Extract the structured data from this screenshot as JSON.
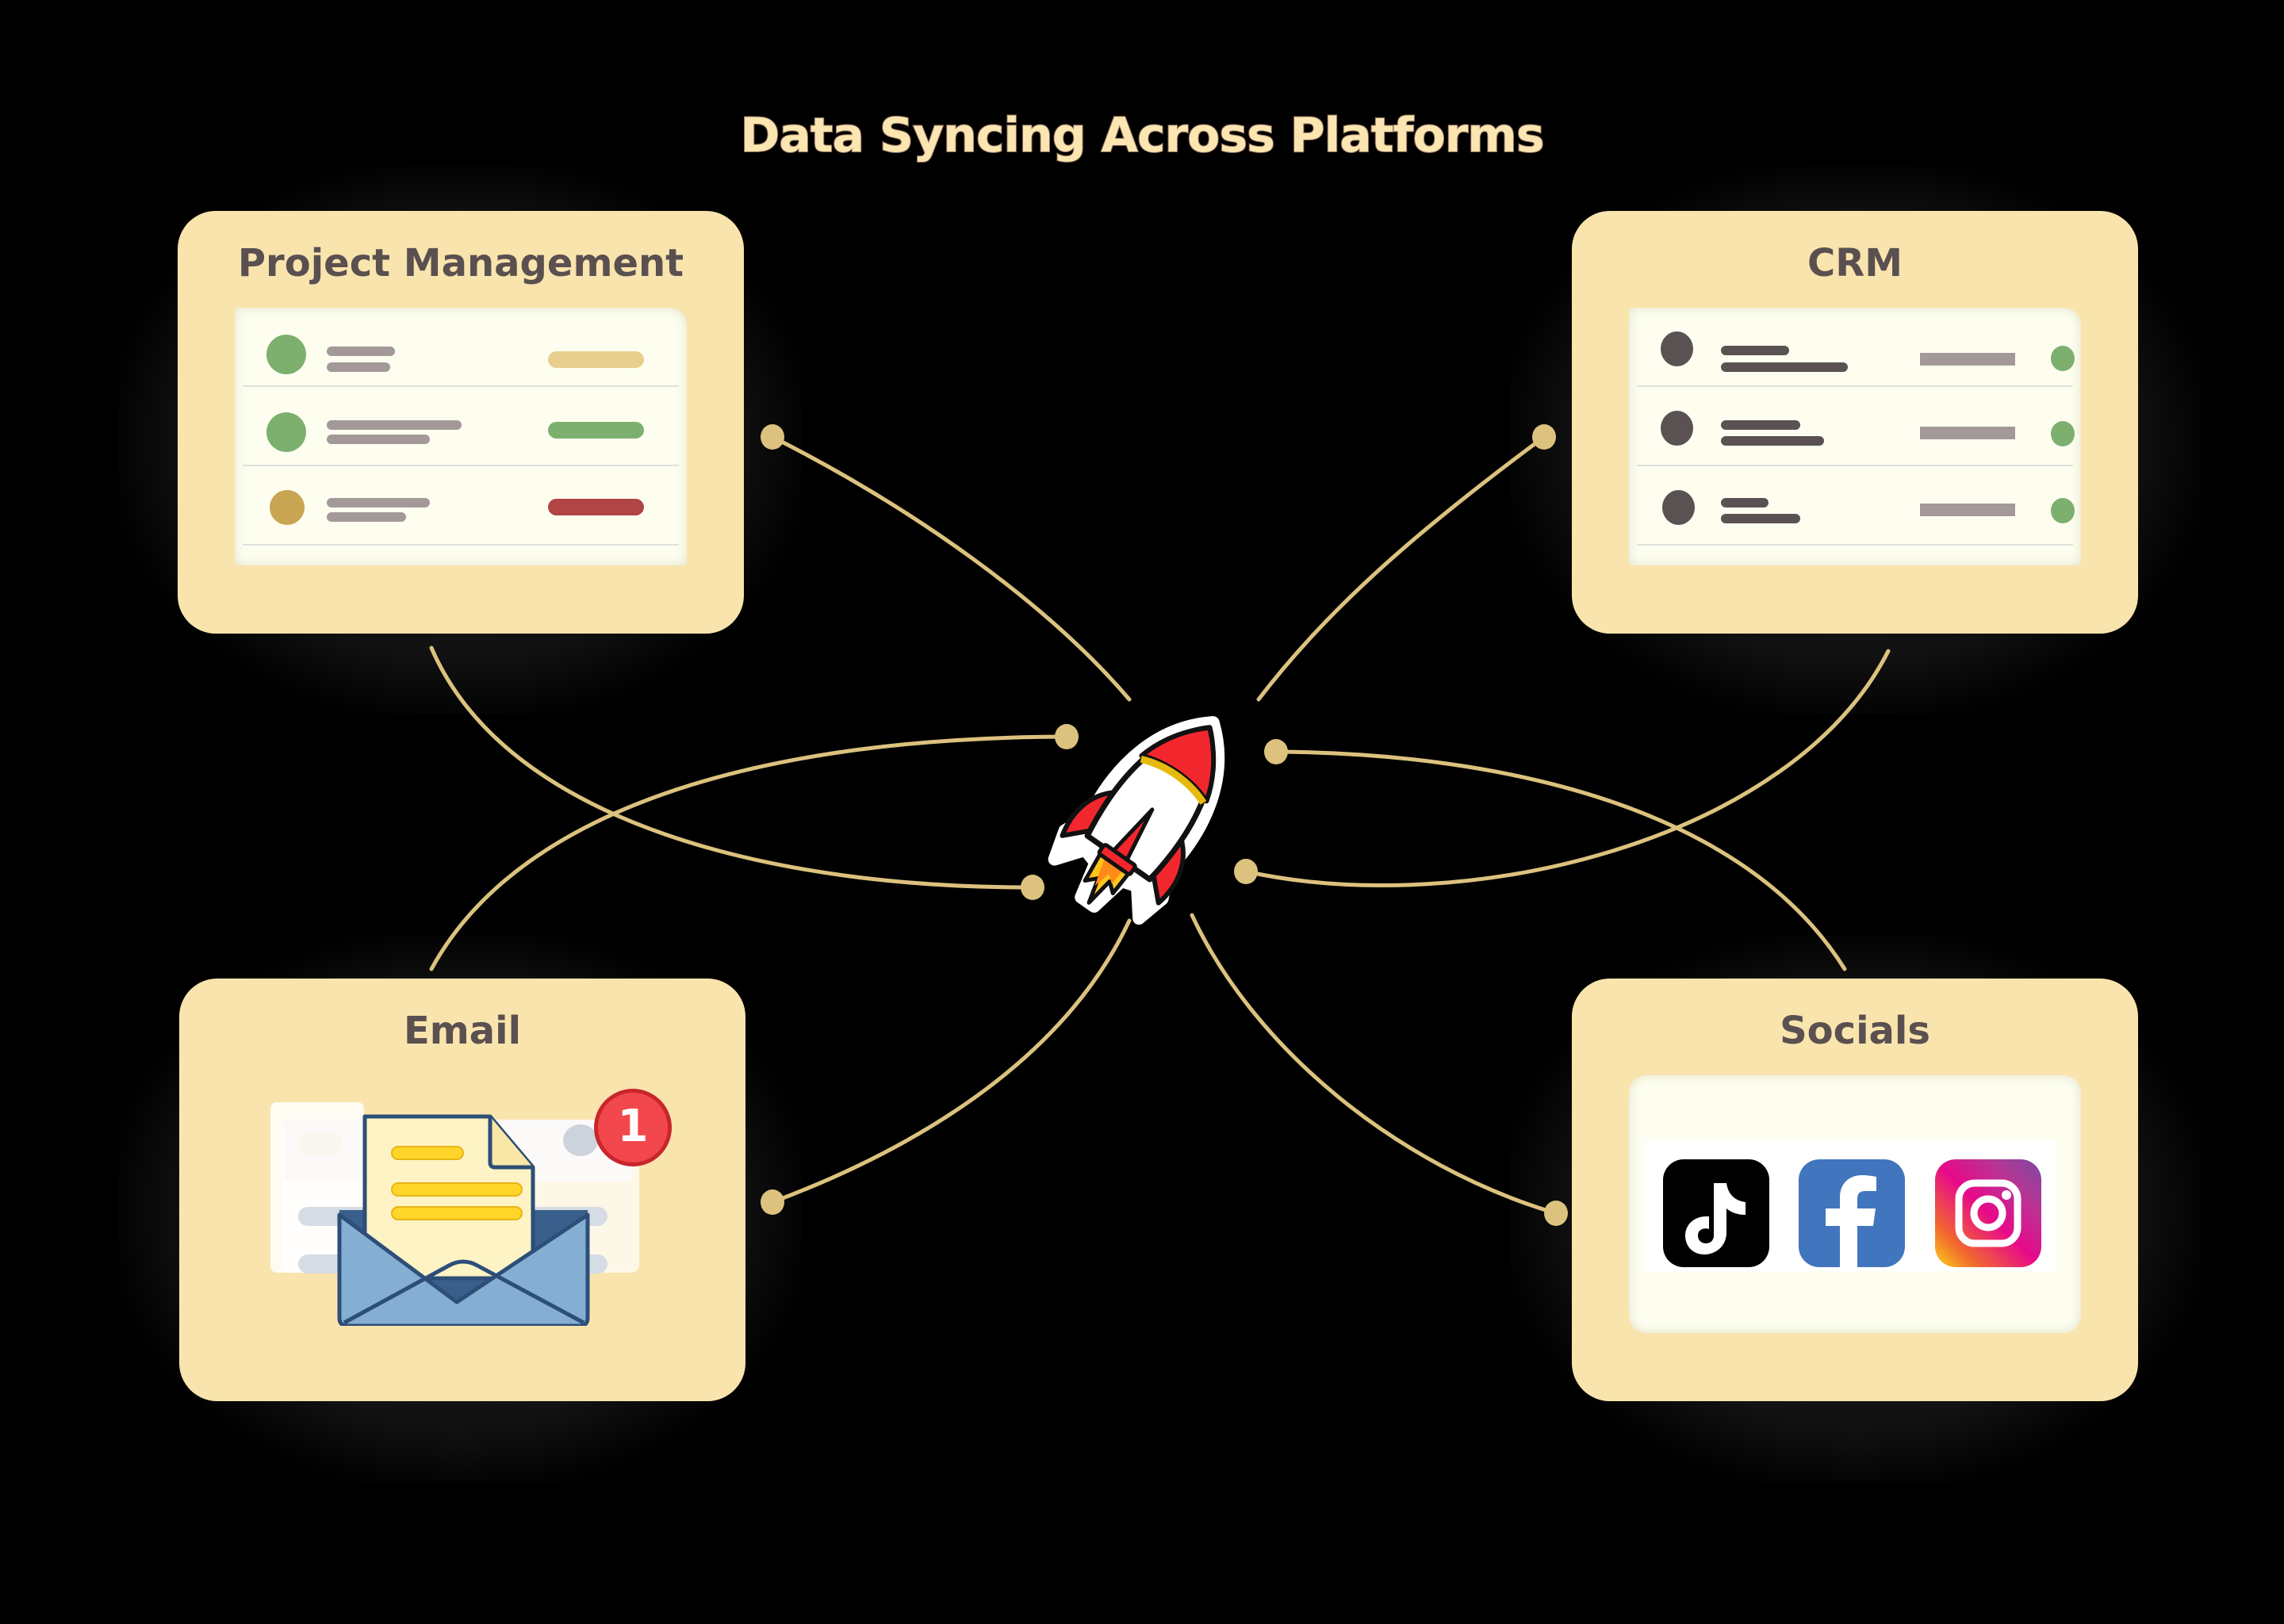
{
  "title": "Data Syncing Across Platforms",
  "colors": {
    "background": "#000000",
    "card": "#f9e4ad",
    "panel": "#fdfef0",
    "connector": "#dcc27e",
    "card_title": "#5a5050",
    "green": "#7daf6e",
    "gold": "#c8a552",
    "red": "#b14444",
    "tan": "#e8cf8e",
    "dark": "#5a5252",
    "gray": "#a39999"
  },
  "hub": {
    "icon": "rocket-icon"
  },
  "nodes": {
    "project_management": {
      "label": "Project Management",
      "rows": [
        {
          "avatar_color": "green",
          "status_color": "tan"
        },
        {
          "avatar_color": "green",
          "status_color": "green"
        },
        {
          "avatar_color": "gold",
          "status_color": "red"
        }
      ]
    },
    "crm": {
      "label": "CRM",
      "rows": [
        {
          "avatar_color": "dark",
          "status": "online"
        },
        {
          "avatar_color": "dark",
          "status": "online"
        },
        {
          "avatar_color": "dark",
          "status": "online"
        }
      ]
    },
    "email": {
      "label": "Email",
      "icon": "open-envelope-icon",
      "badge_count": "1"
    },
    "socials": {
      "label": "Socials",
      "icons": [
        "tiktok-icon",
        "facebook-icon",
        "instagram-icon"
      ]
    }
  },
  "connections": [
    {
      "from": "project_management",
      "to": "hub"
    },
    {
      "from": "crm",
      "to": "hub"
    },
    {
      "from": "email",
      "to": "hub"
    },
    {
      "from": "socials",
      "to": "hub"
    },
    {
      "from": "project_management",
      "to": "hub"
    },
    {
      "from": "crm",
      "to": "hub"
    },
    {
      "from": "hub",
      "to": "email"
    },
    {
      "from": "hub",
      "to": "socials"
    }
  ]
}
